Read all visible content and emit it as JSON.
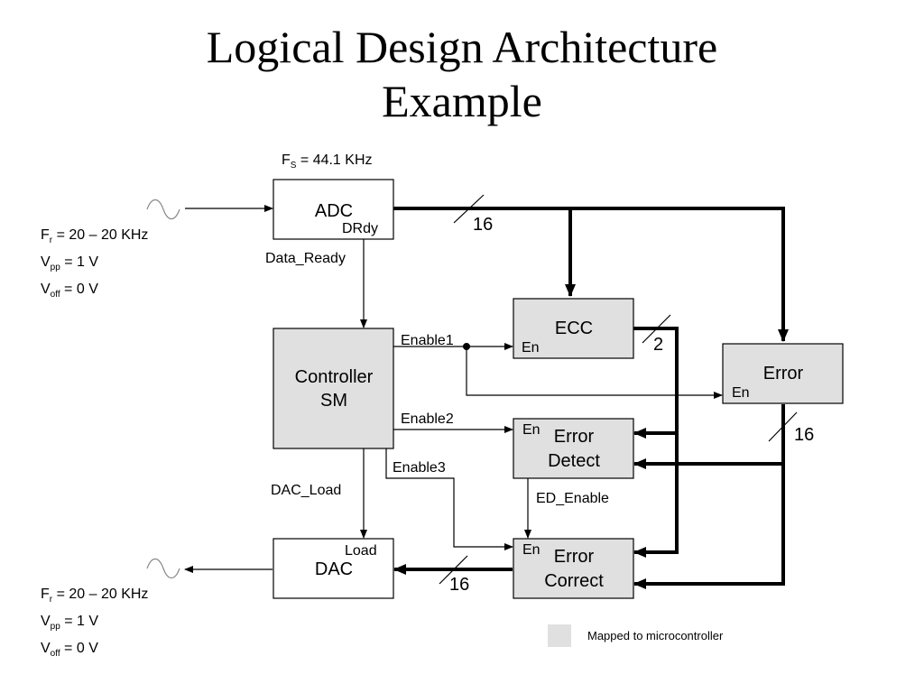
{
  "title": {
    "line1": "Logical Design Architecture",
    "line2": "Example"
  },
  "sampling": {
    "prefix": "F",
    "sub": "S",
    "rest": " = 44.1 KHz"
  },
  "input_spec": [
    {
      "sym": "F",
      "sub": "r",
      "rest": " = 20 – 20 KHz"
    },
    {
      "sym": "V",
      "sub": "pp",
      "rest": " = 1 V"
    },
    {
      "sym": "V",
      "sub": "off",
      "rest": " = 0 V"
    }
  ],
  "output_spec": [
    {
      "sym": "F",
      "sub": "r",
      "rest": " = 20 – 20 KHz"
    },
    {
      "sym": "V",
      "sub": "pp",
      "rest": " = 1 V"
    },
    {
      "sym": "V",
      "sub": "off",
      "rest": " = 0 V"
    }
  ],
  "blocks": {
    "adc": {
      "name": "ADC",
      "port": "DRdy"
    },
    "controller": {
      "line1": "Controller",
      "line2": "SM"
    },
    "ecc": {
      "name": "ECC",
      "port": "En"
    },
    "error": {
      "name": "Error",
      "port": "En"
    },
    "error_detect": {
      "line1": "Error",
      "line2": "Detect",
      "port": "En"
    },
    "error_correct": {
      "line1": "Error",
      "line2": "Correct",
      "port": "En"
    },
    "dac": {
      "name": "DAC",
      "port": "Load"
    }
  },
  "signals": {
    "data_ready": "Data_Ready",
    "enable1": "Enable1",
    "enable2": "Enable2",
    "enable3": "Enable3",
    "dac_load": "DAC_Load",
    "ed_enable": "ED_Enable"
  },
  "bus_widths": {
    "adc_bus": "16",
    "ecc_bus": "2",
    "error_bus": "16",
    "dac_bus": "16"
  },
  "legend": {
    "label": "Mapped to microcontroller",
    "color": "#e0e0e0"
  },
  "colors": {
    "mapped_fill": "#e0e0e0",
    "stroke": "#000000"
  }
}
